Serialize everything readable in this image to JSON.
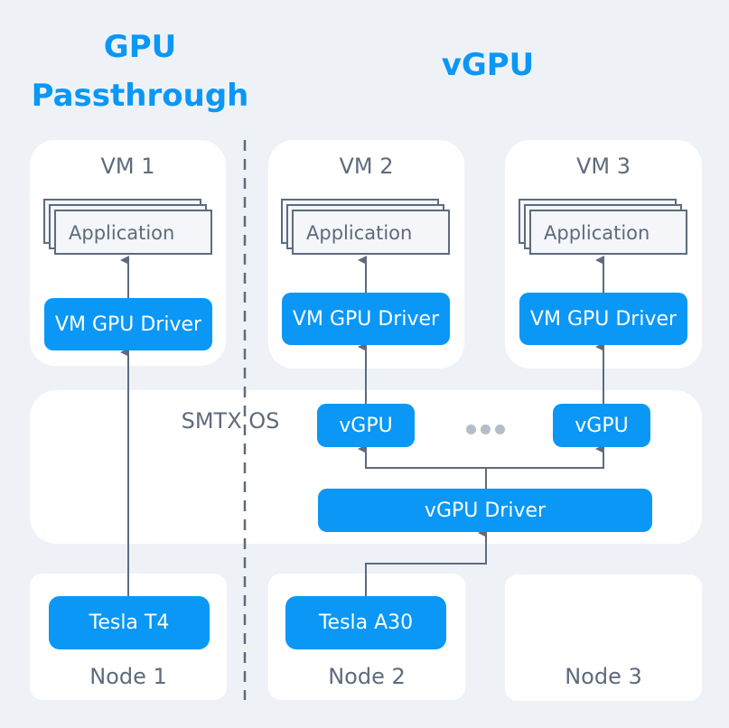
{
  "titles": {
    "passthrough_line1": "GPU",
    "passthrough_line2": "Passthrough",
    "vgpu": "vGPU"
  },
  "vms": [
    {
      "label": "VM 1",
      "app": "Application",
      "driver": "VM GPU Driver"
    },
    {
      "label": "VM 2",
      "app": "Application",
      "driver": "VM GPU Driver"
    },
    {
      "label": "VM 3",
      "app": "Application",
      "driver": "VM GPU Driver"
    }
  ],
  "os": {
    "label": "SMTX OS",
    "vgpu_left": "vGPU",
    "vgpu_right": "vGPU",
    "ellipsis": "more-vgpus",
    "vgpu_driver": "vGPU Driver"
  },
  "nodes": [
    {
      "label": "Node 1",
      "gpu": "Tesla T4"
    },
    {
      "label": "Node 2",
      "gpu": "Tesla A30"
    },
    {
      "label": "Node 3",
      "gpu": ""
    }
  ],
  "colors": {
    "accent": "#0a97f5",
    "text": "#5e6b7d",
    "background": "#eef2f7",
    "card": "#ffffff",
    "line": "#5e6b7d",
    "dots": "#b6bdca"
  }
}
